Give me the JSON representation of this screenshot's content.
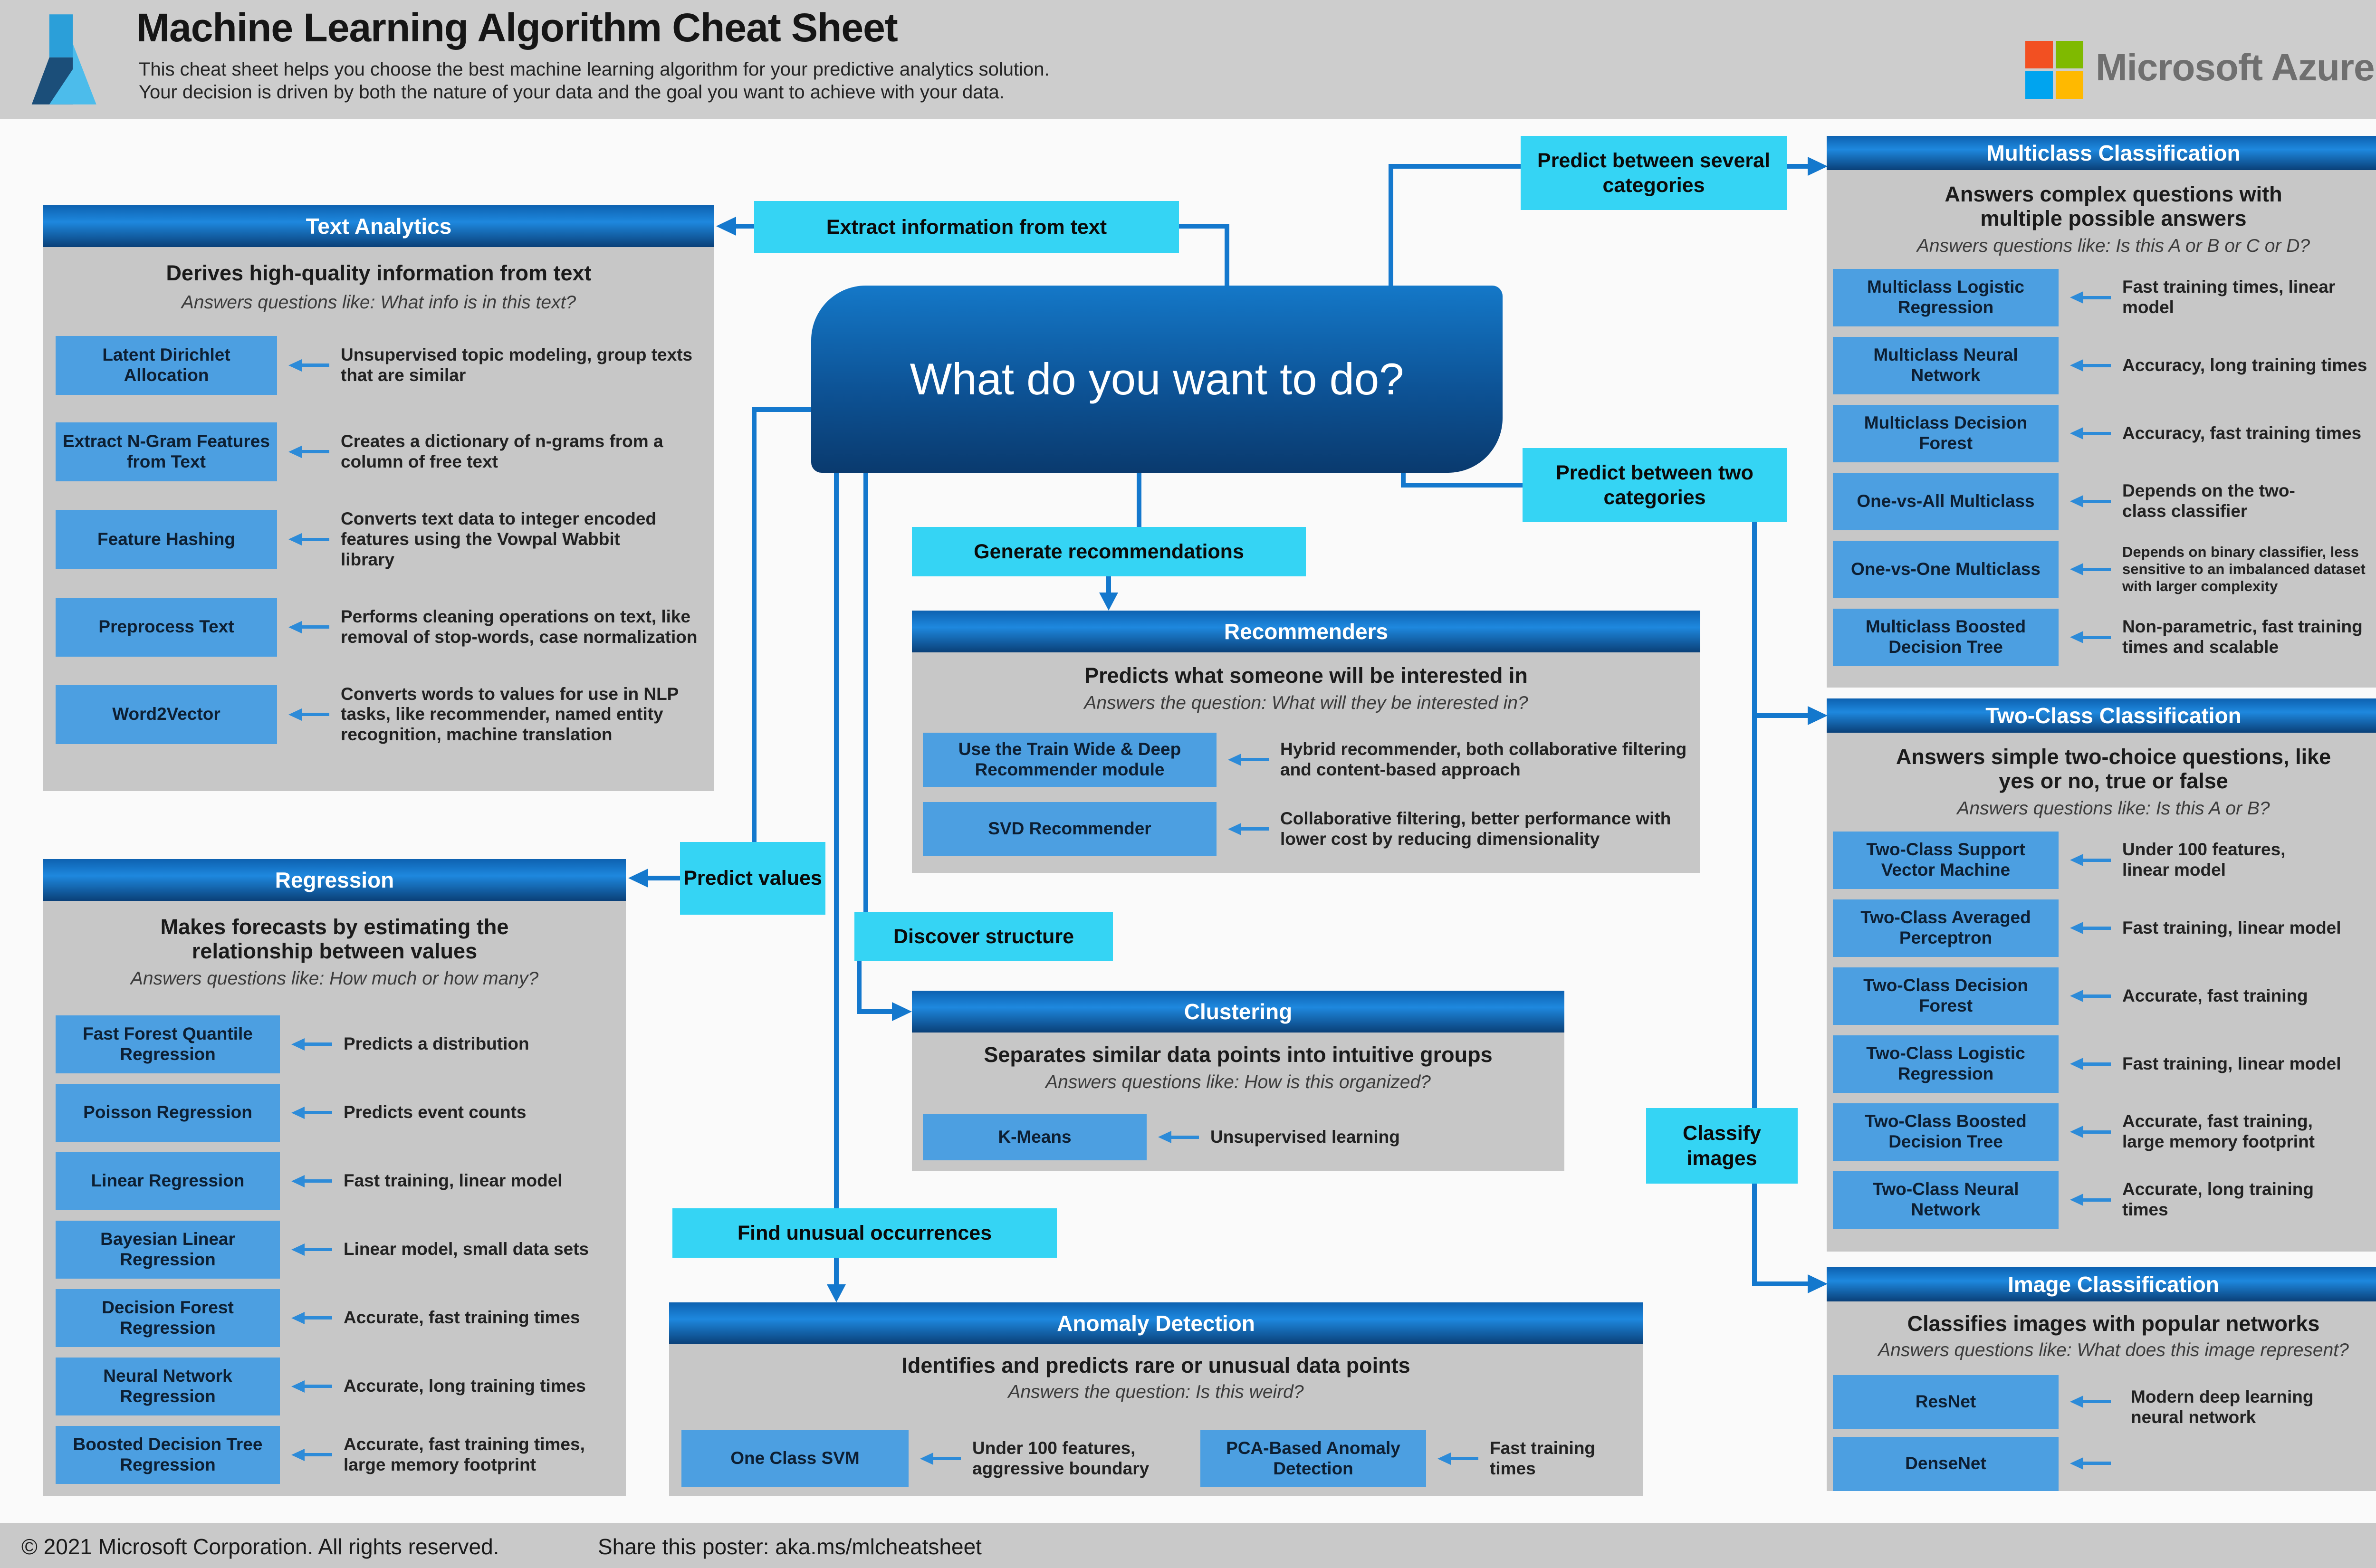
{
  "header": {
    "title": "Machine Learning Algorithm Cheat Sheet",
    "subtitle1": "This cheat sheet helps you choose the best machine learning algorithm for your predictive analytics solution.",
    "subtitle2": "Your decision is driven by both the nature of your data and the goal you want to achieve with your data.",
    "brand": "Microsoft Azure"
  },
  "central_question": "What do you want to do?",
  "decision_labels": {
    "extract_text": "Extract information from text",
    "predict_several": "Predict between several categories",
    "predict_two": "Predict between two categories",
    "generate_recommendations": "Generate recommendations",
    "discover_structure": "Discover structure",
    "predict_values": "Predict values",
    "find_unusual": "Find unusual occurrences",
    "classify_images": "Classify images"
  },
  "panels": {
    "text_analytics": {
      "title": "Text Analytics",
      "desc": "Derives high-quality information from text",
      "question": "Answers questions like: What info is in this text?",
      "items": [
        {
          "label": "Latent Dirichlet Allocation",
          "desc": "Unsupervised topic modeling, group texts that are similar"
        },
        {
          "label": "Extract N-Gram Features from Text",
          "desc": "Creates a dictionary of n-grams from a column of free text"
        },
        {
          "label": "Feature Hashing",
          "desc": "Converts text data to integer encoded features using the Vowpal Wabbit library"
        },
        {
          "label": "Preprocess Text",
          "desc": "Performs cleaning operations on text, like removal of stop-words, case normalization"
        },
        {
          "label": "Word2Vector",
          "desc": "Converts words to values for use in NLP tasks, like recommender, named entity recognition, machine translation"
        }
      ]
    },
    "multiclass": {
      "title": "Multiclass Classification",
      "desc": "Answers complex questions with multiple possible answers",
      "question": "Answers questions like: Is this A or B or C or D?",
      "items": [
        {
          "label": "Multiclass Logistic Regression",
          "desc": "Fast training times, linear model"
        },
        {
          "label": "Multiclass Neural Network",
          "desc": "Accuracy, long training times"
        },
        {
          "label": "Multiclass Decision Forest",
          "desc": "Accuracy, fast training times"
        },
        {
          "label": "One-vs-All Multiclass",
          "desc": "Depends on the two-class classifier"
        },
        {
          "label": "One-vs-One Multiclass",
          "desc": "Depends on binary classifier, less sensitive to an imbalanced dataset with larger complexity"
        },
        {
          "label": "Multiclass Boosted Decision Tree",
          "desc": "Non-parametric, fast training times and scalable"
        }
      ]
    },
    "two_class": {
      "title": "Two-Class Classification",
      "desc": "Answers simple two-choice questions, like yes or no, true or false",
      "question": "Answers questions like: Is this A or B?",
      "items": [
        {
          "label": "Two-Class Support Vector Machine",
          "desc": "Under 100 features, linear model"
        },
        {
          "label": "Two-Class Averaged Perceptron",
          "desc": "Fast training, linear model"
        },
        {
          "label": "Two-Class Decision Forest",
          "desc": "Accurate, fast training"
        },
        {
          "label": "Two-Class Logistic Regression",
          "desc": "Fast training, linear model"
        },
        {
          "label": "Two-Class Boosted Decision Tree",
          "desc": "Accurate, fast training, large memory footprint"
        },
        {
          "label": "Two-Class Neural Network",
          "desc": "Accurate, long training times"
        }
      ]
    },
    "image_classification": {
      "title": "Image Classification",
      "desc": "Classifies images with popular networks",
      "question": "Answers questions like: What does this image represent?",
      "shared_desc": "Modern deep learning neural network",
      "items": [
        {
          "label": "ResNet"
        },
        {
          "label": "DenseNet"
        }
      ]
    },
    "recommenders": {
      "title": "Recommenders",
      "desc": "Predicts what someone will be interested in",
      "question": "Answers the question: What will they be interested in?",
      "items": [
        {
          "label": "Use the Train Wide & Deep Recommender module",
          "desc": "Hybrid recommender, both collaborative filtering and content-based approach"
        },
        {
          "label": "SVD Recommender",
          "desc": "Collaborative filtering, better performance with lower cost by reducing dimensionality"
        }
      ]
    },
    "clustering": {
      "title": "Clustering",
      "desc": "Separates similar data points into intuitive groups",
      "question": "Answers questions like: How is this organized?",
      "items": [
        {
          "label": "K-Means",
          "desc": "Unsupervised learning"
        }
      ]
    },
    "anomaly_detection": {
      "title": "Anomaly Detection",
      "desc": "Identifies and predicts rare or unusual data points",
      "question": "Answers the question: Is this weird?",
      "items": [
        {
          "label": "One Class SVM",
          "desc": "Under 100 features, aggressive boundary"
        },
        {
          "label": "PCA-Based Anomaly Detection",
          "desc": "Fast training times"
        }
      ]
    },
    "regression": {
      "title": "Regression",
      "desc": "Makes forecasts by estimating the relationship between values",
      "question": "Answers questions like: How much or how many?",
      "items": [
        {
          "label": "Fast Forest Quantile Regression",
          "desc": "Predicts a distribution"
        },
        {
          "label": "Poisson Regression",
          "desc": "Predicts event counts"
        },
        {
          "label": "Linear Regression",
          "desc": "Fast training, linear model"
        },
        {
          "label": "Bayesian Linear Regression",
          "desc": "Linear model, small data sets"
        },
        {
          "label": "Decision Forest Regression",
          "desc": "Accurate, fast training times"
        },
        {
          "label": "Neural Network Regression",
          "desc": "Accurate, long training times"
        },
        {
          "label": "Boosted Decision Tree Regression",
          "desc": "Accurate, fast training times, large memory footprint"
        }
      ]
    }
  },
  "footer": {
    "copyright": "© 2021 Microsoft Corporation. All rights reserved.",
    "share": "Share this poster: aka.ms/mlcheatsheet"
  },
  "colors": {
    "cyan_label": "#35d4f4",
    "algorithm_box_blue": "#4c9fe1",
    "connector_blue": "#1478cd",
    "panel_header_blue": "#1e88de",
    "panel_body_gray": "#c7c7c7",
    "band_gray": "#cdcdcd",
    "node_blue_top": "#1478c8",
    "node_blue_bottom": "#0a3a6e",
    "ms_red": "#f25022",
    "ms_green": "#7fba00",
    "ms_blue": "#00a4ef",
    "ms_yellow": "#ffb900"
  }
}
